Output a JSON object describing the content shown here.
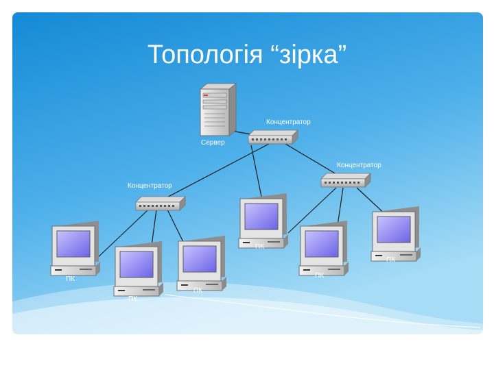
{
  "slide": {
    "title": "Топологія “зірка”",
    "background_top": "#1a8fd8",
    "background_bottom": "#8fd0f2"
  },
  "diagram": {
    "server": {
      "label": "Сервер",
      "icon": "server-icon"
    },
    "hubs": [
      {
        "label": "Концентратор",
        "icon": "hub-icon"
      },
      {
        "label": "Концентратор",
        "icon": "hub-icon"
      },
      {
        "label": "Концентратор",
        "icon": "hub-icon"
      }
    ],
    "pcs": [
      {
        "label": "ПК",
        "icon": "computer-icon"
      },
      {
        "label": "ПК",
        "icon": "computer-icon"
      },
      {
        "label": "ПК",
        "icon": "computer-icon"
      },
      {
        "label": "ПК",
        "icon": "computer-icon"
      },
      {
        "label": "ПК",
        "icon": "computer-icon"
      },
      {
        "label": "ПК",
        "icon": "computer-icon"
      }
    ]
  }
}
